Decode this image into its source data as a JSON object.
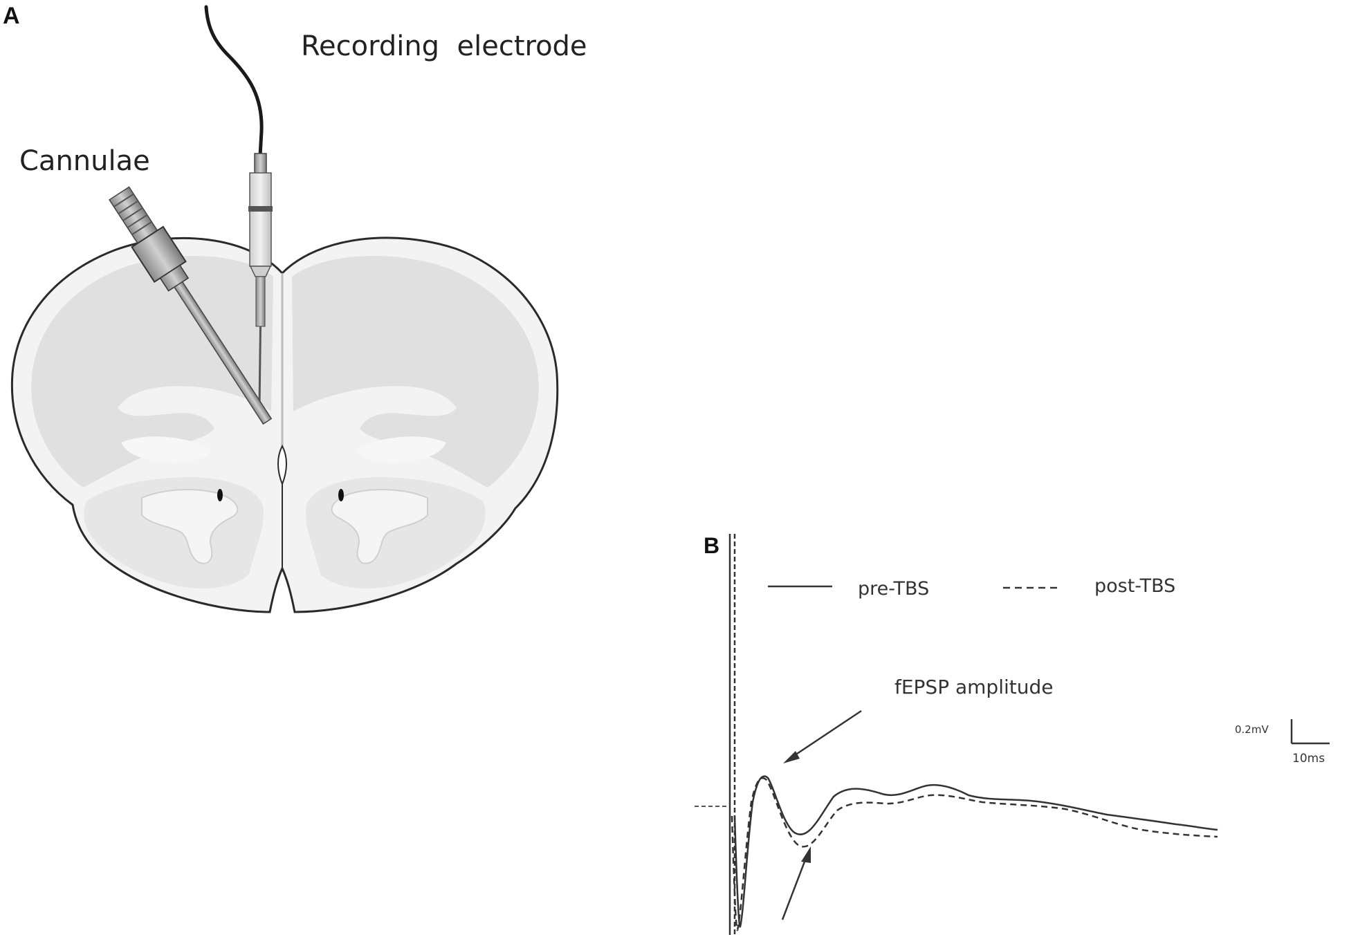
{
  "panel_a": {
    "letter": "A",
    "recording_label": "Recording  electrode",
    "cannulae_label": "Cannulae"
  },
  "panel_b": {
    "letter": "B",
    "legend": {
      "pre_label": "pre-TBS",
      "post_label": "post-TBS"
    },
    "annotation": "fEPSP amplitude",
    "scale_bar": {
      "voltage_label": "0.2mV",
      "time_label": "10ms"
    }
  },
  "colors": {
    "brain_fill": "#e3e3e3",
    "brain_outline": "#2a2a2a",
    "trace": "#333333",
    "text": "#222222"
  }
}
